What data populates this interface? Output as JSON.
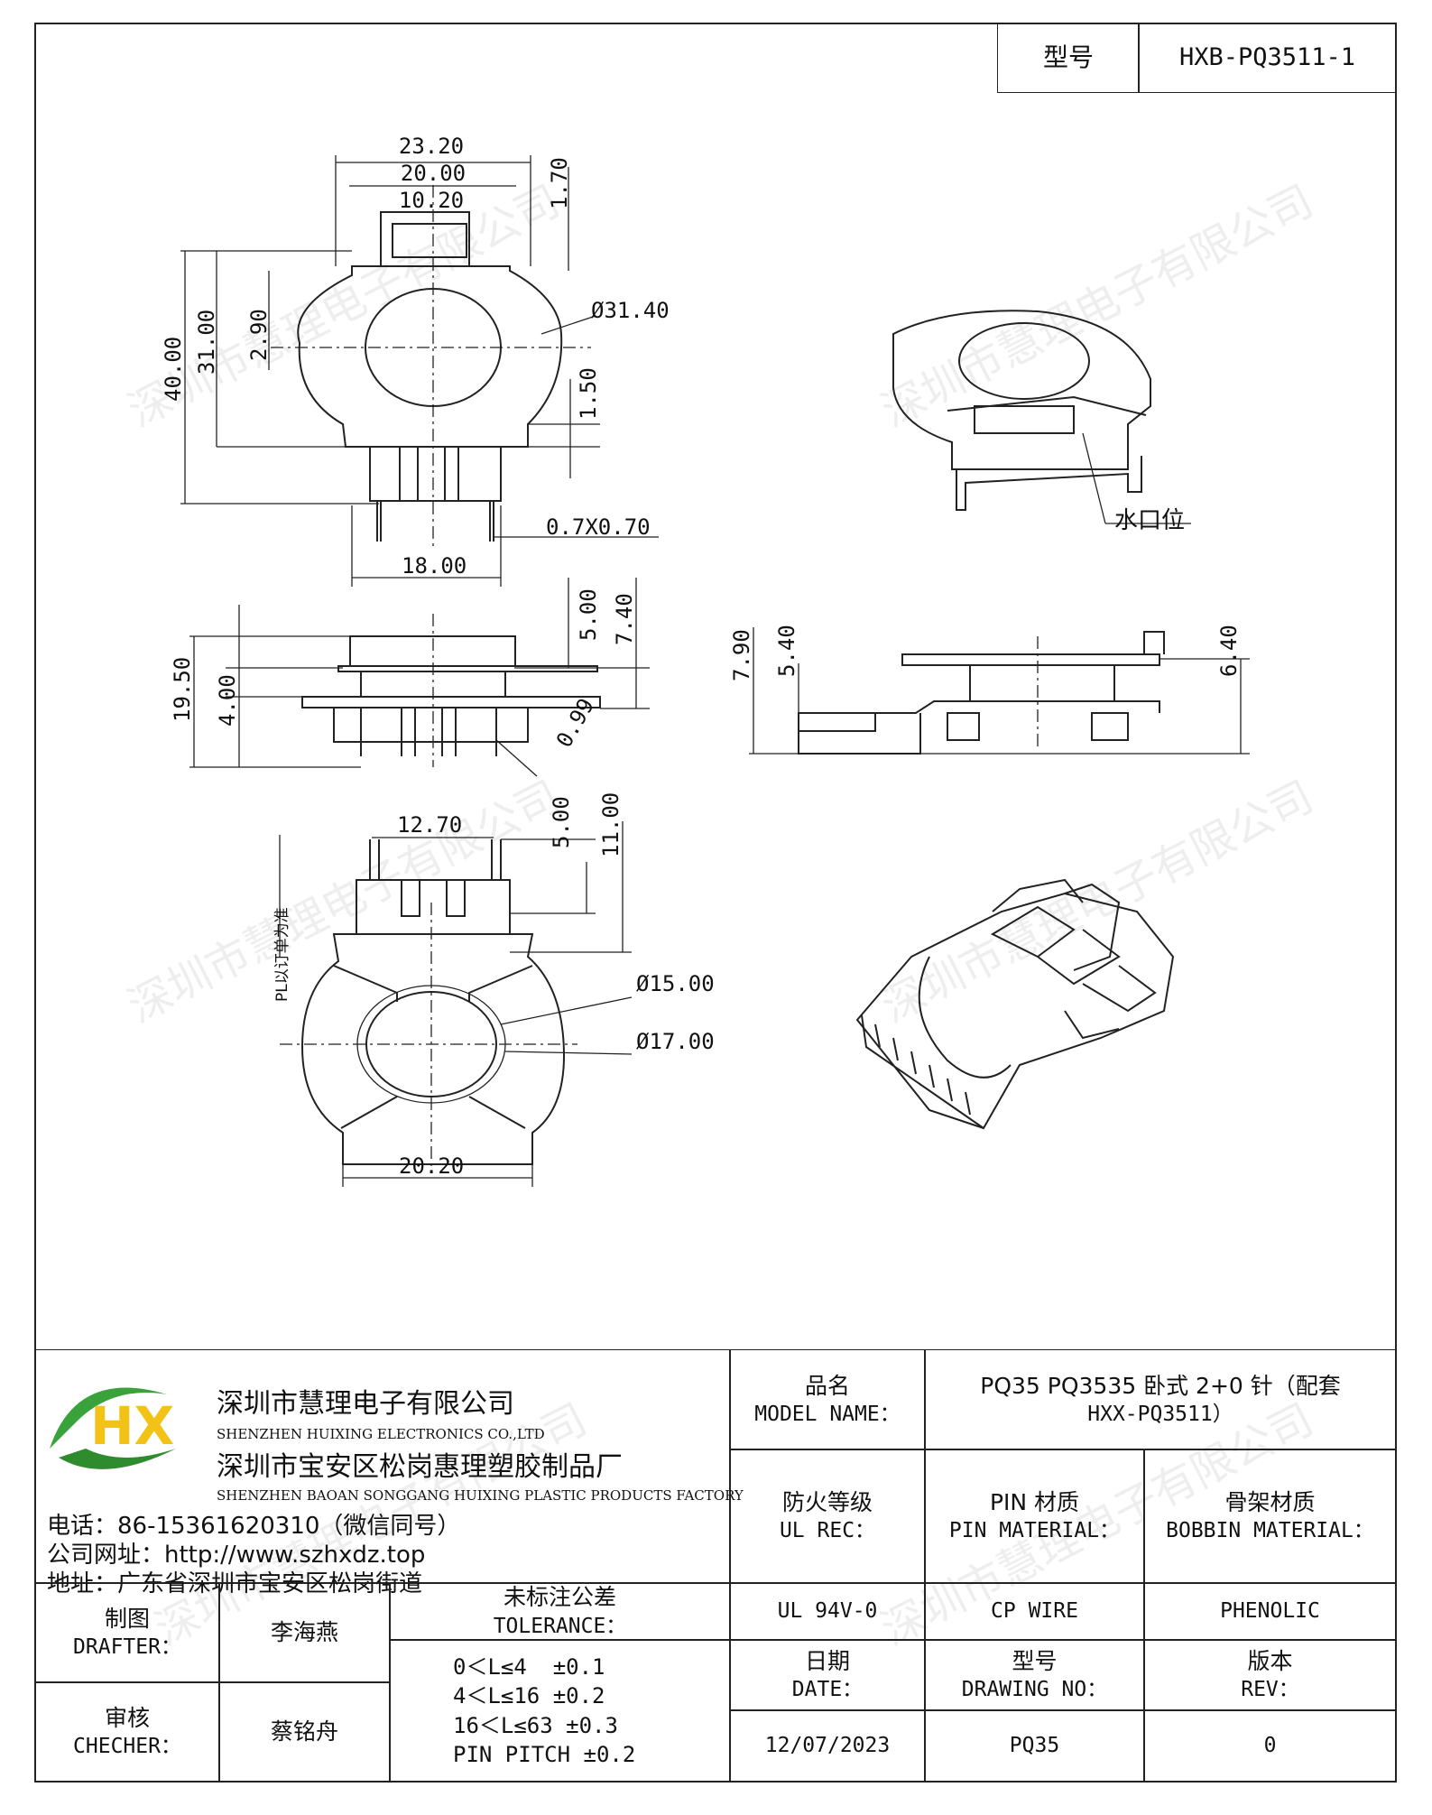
{
  "header": {
    "model_label": "型号",
    "model_value": "HXB-PQ3511-1"
  },
  "drawing": {
    "top_view": {
      "dim_width_overall": "23.20",
      "dim_a": "20.00",
      "dim_b": "10.20",
      "dim_c": "1.70",
      "dim_d": "2.90",
      "dim_f": "Ø31.40",
      "dim_e_height": "40.00",
      "dim_31": "31.00",
      "dim_150": "1.50",
      "dim_g": "0.7X0.70",
      "dim_h": "18.00"
    },
    "side_view": {
      "dim_k": "5.00",
      "dim_l": "7.40",
      "dim_total": "19.50",
      "dim_j": "4.00",
      "dim_099": "0.99"
    },
    "side_view_2": {
      "dim_n_790": "7.90",
      "dim_540": "5.40",
      "dim_640": "6.40"
    },
    "bottom_view": {
      "dim_m": "12.70",
      "dim_500": "5.00",
      "dim_1100": "11.00",
      "dim_n": "Ø15.00",
      "dim_o": "Ø17.00",
      "dim_p": "20.20",
      "pl_note": "PL以订单为准"
    },
    "gate_label": "水口位"
  },
  "watermark_text": "深圳市慧理电子有限公司",
  "company": {
    "logo_letters": "HX",
    "name_cn": "深圳市慧理电子有限公司",
    "name_en": "SHENZHEN HUIXING ELECTRONICS CO.,LTD",
    "factory_cn": "深圳市宝安区松岗惠理塑胶制品厂",
    "factory_en": "SHENZHEN BAOAN SONGGANG HUIXING PLASTIC PRODUCTS FACTORY",
    "phone": "电话：86-15361620310（微信同号）",
    "website": "公司网址：http://www.szhxdz.top",
    "address": "地址：广东省深圳市宝安区松岗街道"
  },
  "title_block": {
    "model_name_cn": "品名",
    "model_name_en": "MODEL NAME：",
    "model_name_value_1": "PQ35 PQ3535 卧式 2+0 针（配套",
    "model_name_value_2": "HXX-PQ3511）",
    "ul_cn": "防火等级",
    "ul_en": "UL REC：",
    "pin_cn": "PIN 材质",
    "pin_en": "PIN MATERIAL：",
    "bobbin_cn": "骨架材质",
    "bobbin_en": "BOBBIN MATERIAL：",
    "ul_value": "UL 94V-0",
    "pin_value": "CP WIRE",
    "bobbin_value": "PHENOLIC",
    "drafter_cn": "制图",
    "drafter_en": "DRAFTER：",
    "drafter_name": "李海燕",
    "checker_cn": "审核",
    "checker_en": "CHECHER：",
    "checker_name": "蔡铭舟",
    "tolerance_cn": "未标注公差",
    "tolerance_en": "TOLERANCE：",
    "tolerance_lines": [
      "0＜L≤4  ±0.1",
      "4＜L≤16 ±0.2",
      "16＜L≤63 ±0.3",
      "PIN PITCH ±0.2"
    ],
    "date_cn": "日期",
    "date_en": "DATE：",
    "date_value": "12/07/2023",
    "drawing_no_cn": "型号",
    "drawing_no_en": "DRAWING NO：",
    "drawing_no_value": "PQ35",
    "rev_cn": "版本",
    "rev_en": "REV：",
    "rev_value": "0"
  }
}
